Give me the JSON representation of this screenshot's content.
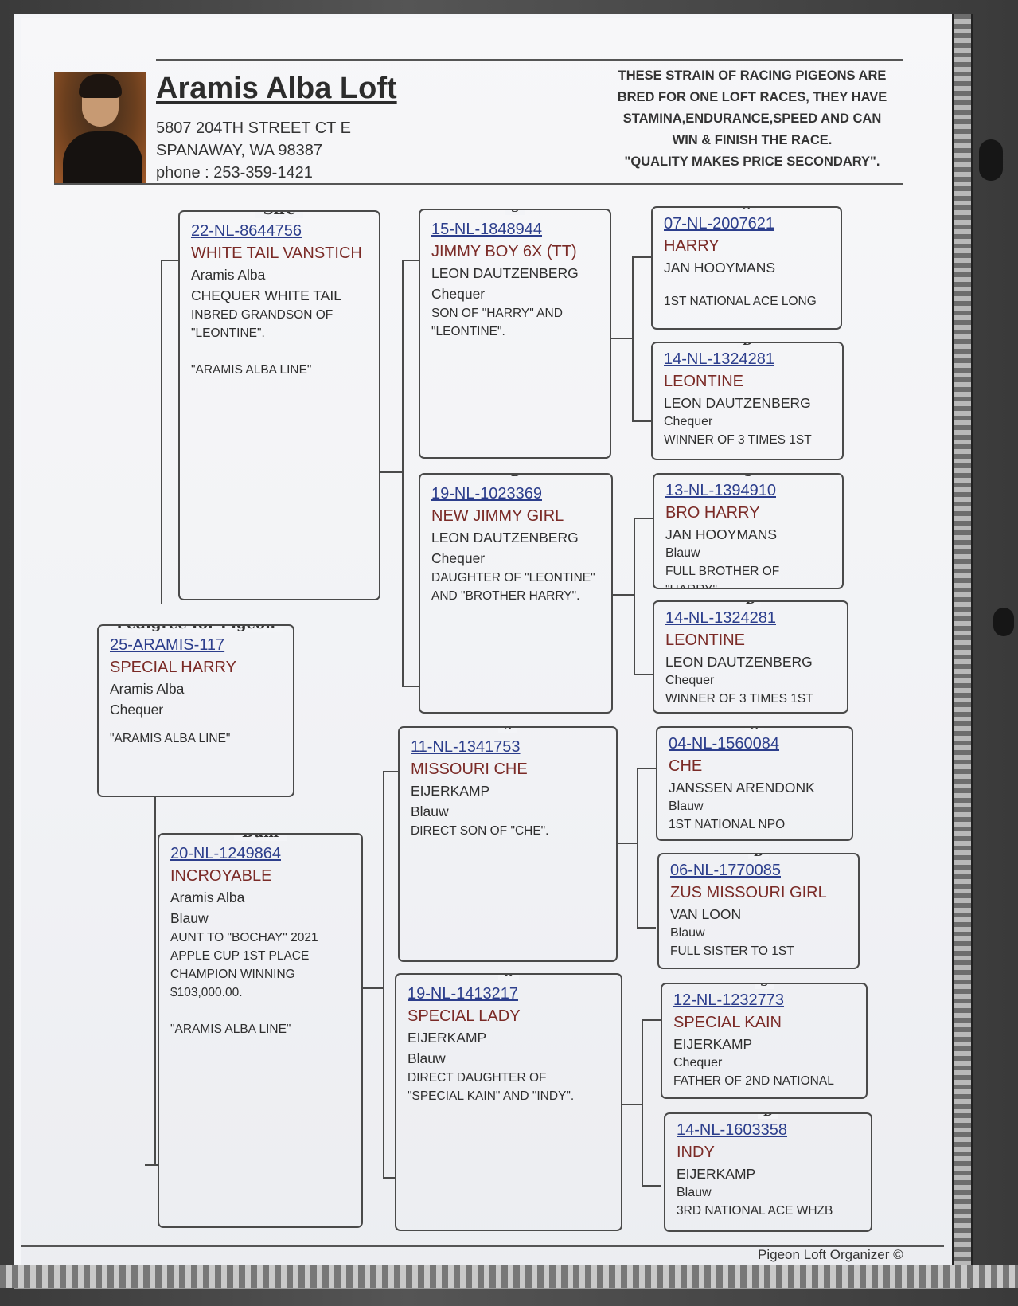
{
  "header": {
    "loft_name": "Aramis Alba Loft",
    "address_line1": "5807 204TH STREET CT E",
    "address_line2": "SPANAWAY, WA 98387",
    "phone": "phone : 253-359-1421",
    "blurb": [
      "THESE STRAIN OF RACING PIGEONS ARE",
      "BRED FOR ONE LOFT RACES, THEY HAVE",
      "STAMINA,ENDURANCE,SPEED AND CAN",
      "WIN & FINISH THE RACE.",
      "\"QUALITY MAKES  PRICE SECONDARY\"."
    ]
  },
  "footer": {
    "brand": "Pigeon Loft Organizer ©"
  },
  "subject": {
    "legend": "Pedigree for Pigeon",
    "ring": "25-ARAMIS-117",
    "name": "SPECIAL HARRY",
    "breeder": "Aramis Alba",
    "color": "Chequer",
    "notes": "\"ARAMIS ALBA LINE\""
  },
  "sire": {
    "legend": "Sire",
    "ring": "22-NL-8644756",
    "name": "WHITE TAIL VANSTICH",
    "breeder": "Aramis Alba",
    "color": "CHEQUER WHITE TAIL",
    "notes": "INBRED GRANDSON OF\n\"LEONTINE\".\n\n\"ARAMIS ALBA LINE\""
  },
  "dam": {
    "legend": "Dam",
    "ring": "20-NL-1249864",
    "name": "INCROYABLE",
    "breeder": "Aramis Alba",
    "color": "Blauw",
    "notes": "AUNT TO \"BOCHAY\" 2021\nAPPLE CUP 1ST PLACE\nCHAMPION WINNING\n$103,000.00.\n\n\"ARAMIS ALBA LINE\""
  },
  "ss": {
    "legend": "S",
    "ring": "15-NL-1848944",
    "name": "JIMMY BOY 6X (TT)",
    "breeder": "LEON DAUTZENBERG",
    "color": "Chequer",
    "notes": "SON OF \"HARRY\" AND\n\"LEONTINE\"."
  },
  "sd": {
    "legend": "D",
    "ring": "19-NL-1023369",
    "name": "NEW JIMMY GIRL",
    "breeder": "LEON DAUTZENBERG",
    "color": "Chequer",
    "notes": "DAUGHTER OF \"LEONTINE\"\nAND \"BROTHER HARRY\"."
  },
  "ds": {
    "legend": "S",
    "ring": "11-NL-1341753",
    "name": "MISSOURI CHE",
    "breeder": "EIJERKAMP",
    "color": "Blauw",
    "notes": "DIRECT SON OF \"CHE\"."
  },
  "dd": {
    "legend": "D",
    "ring": "19-NL-1413217",
    "name": "SPECIAL LADY",
    "breeder": "EIJERKAMP",
    "color": "Blauw",
    "notes": "DIRECT DAUGHTER OF\n\"SPECIAL KAIN\" AND \"INDY\"."
  },
  "sss": {
    "legend": "S",
    "ring": "07-NL-2007621",
    "name": "HARRY",
    "breeder": "JAN HOOYMANS",
    "color": "",
    "notes": "1ST NATIONAL ACE LONG"
  },
  "ssd": {
    "legend": "D",
    "ring": "14-NL-1324281",
    "name": "LEONTINE",
    "breeder": "LEON DAUTZENBERG",
    "color": "Chequer",
    "notes": "WINNER OF 3 TIMES 1ST"
  },
  "sds": {
    "legend": "S",
    "ring": "13-NL-1394910",
    "name": "BRO HARRY",
    "breeder": "JAN HOOYMANS",
    "color": "Blauw",
    "notes": "FULL BROTHER OF \"HARRY\"."
  },
  "sdd": {
    "legend": "D",
    "ring": "14-NL-1324281",
    "name": "LEONTINE",
    "breeder": "LEON DAUTZENBERG",
    "color": "Chequer",
    "notes": "WINNER OF 3 TIMES 1ST"
  },
  "dss": {
    "legend": "S",
    "ring": "04-NL-1560084",
    "name": "CHE",
    "breeder": "JANSSEN ARENDONK",
    "color": "Blauw",
    "notes": "1ST NATIONAL NPO"
  },
  "dsd": {
    "legend": "D",
    "ring": "06-NL-1770085",
    "name": "ZUS MISSOURI GIRL",
    "breeder": "VAN LOON",
    "color": "Blauw",
    "notes": "FULL SISTER TO 1ST"
  },
  "dds": {
    "legend": "S",
    "ring": "12-NL-1232773",
    "name": "SPECIAL KAIN",
    "breeder": "EIJERKAMP",
    "color": "Chequer",
    "notes": "FATHER OF 2ND NATIONAL"
  },
  "ddd": {
    "legend": "D",
    "ring": "14-NL-1603358",
    "name": "INDY",
    "breeder": "EIJERKAMP",
    "color": "Blauw",
    "notes": "3RD NATIONAL ACE WHZB"
  }
}
